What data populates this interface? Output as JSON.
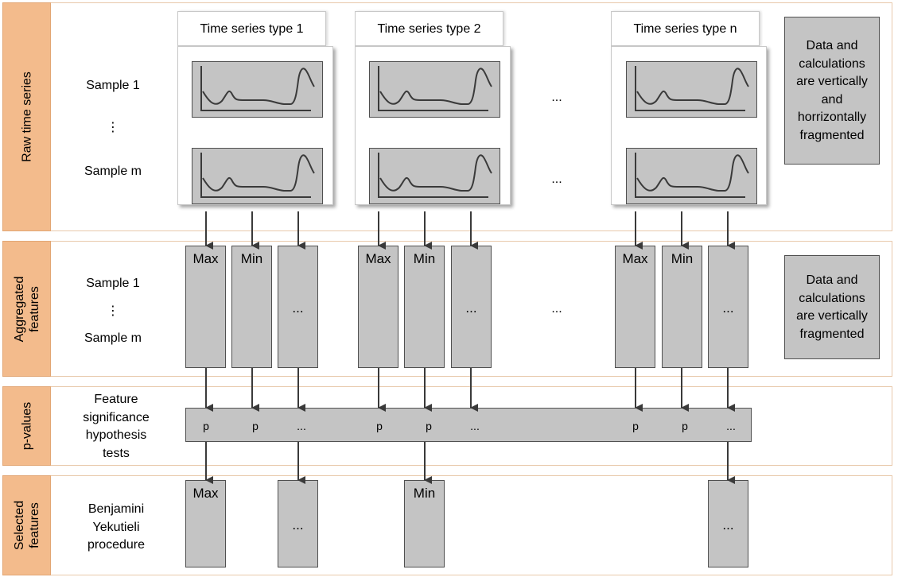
{
  "bands": {
    "raw": "Raw time series",
    "aggregated": "Aggregated features",
    "pvalues": "p-values",
    "selected": "Selected features"
  },
  "samples": {
    "first": "Sample 1",
    "ellipsis": "⋮",
    "last": "Sample m"
  },
  "series_titles": [
    "Time series type 1",
    "Time series type 2",
    "Time series type n"
  ],
  "ellipsis": "...",
  "features": {
    "max": "Max",
    "min": "Min",
    "more": "..."
  },
  "p_label": "p",
  "pvalue_caption": "Feature significance hypothesis tests",
  "selection_caption": "Benjamini Yekutieli procedure",
  "notes": {
    "raw": "Data and calculations are vertically and horrizontally fragmented",
    "aggregated": "Data and calculations are vertically fragmented"
  }
}
